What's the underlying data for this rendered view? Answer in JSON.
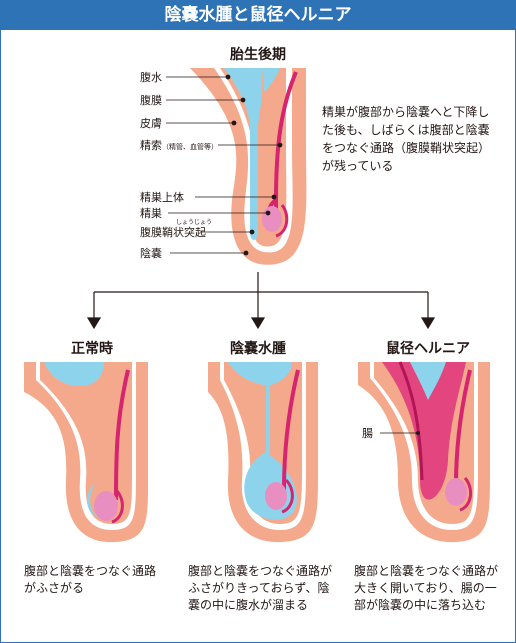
{
  "title": "陰嚢水腫と鼠径ヘルニア",
  "top": {
    "heading": "胎生後期",
    "labels": {
      "ascites": "腹水",
      "peritoneum": "腹膜",
      "skin": "皮膚",
      "spermatic_cord": "精索",
      "spermatic_cord_note": "（精管、血管等）",
      "epididymis": "精巣上体",
      "testis": "精巣",
      "processus_vaginalis": "腹膜鞘状突起",
      "processus_ruby": "しょうじょう",
      "scrotum": "陰嚢"
    },
    "description": "精巣が腹部から陰嚢へと下降した後も、しばらくは腹部と陰嚢をつなぐ通路（腹膜鞘状突起）が残っている"
  },
  "panels": [
    {
      "title": "正常時",
      "caption": "腹部と陰嚢をつなぐ通路がふさがる"
    },
    {
      "title": "陰嚢水腫",
      "caption": "腹部と陰嚢をつなぐ通路がふさがりきっておらず、陰嚢の中に腹水が溜まる"
    },
    {
      "title": "鼠径ヘルニア",
      "caption": "腹部と陰嚢をつなぐ通路が大きく開いており、腸の一部が陰嚢の中に落ち込む",
      "intestine_label": "腸"
    }
  ],
  "colors": {
    "header_blue": "#2d73b5",
    "skin": "#f4a98c",
    "fluid": "#8ed3ec",
    "cord": "#d6246e",
    "testis": "#e88ec0",
    "intestine": "#e3457f",
    "text": "#231815"
  }
}
